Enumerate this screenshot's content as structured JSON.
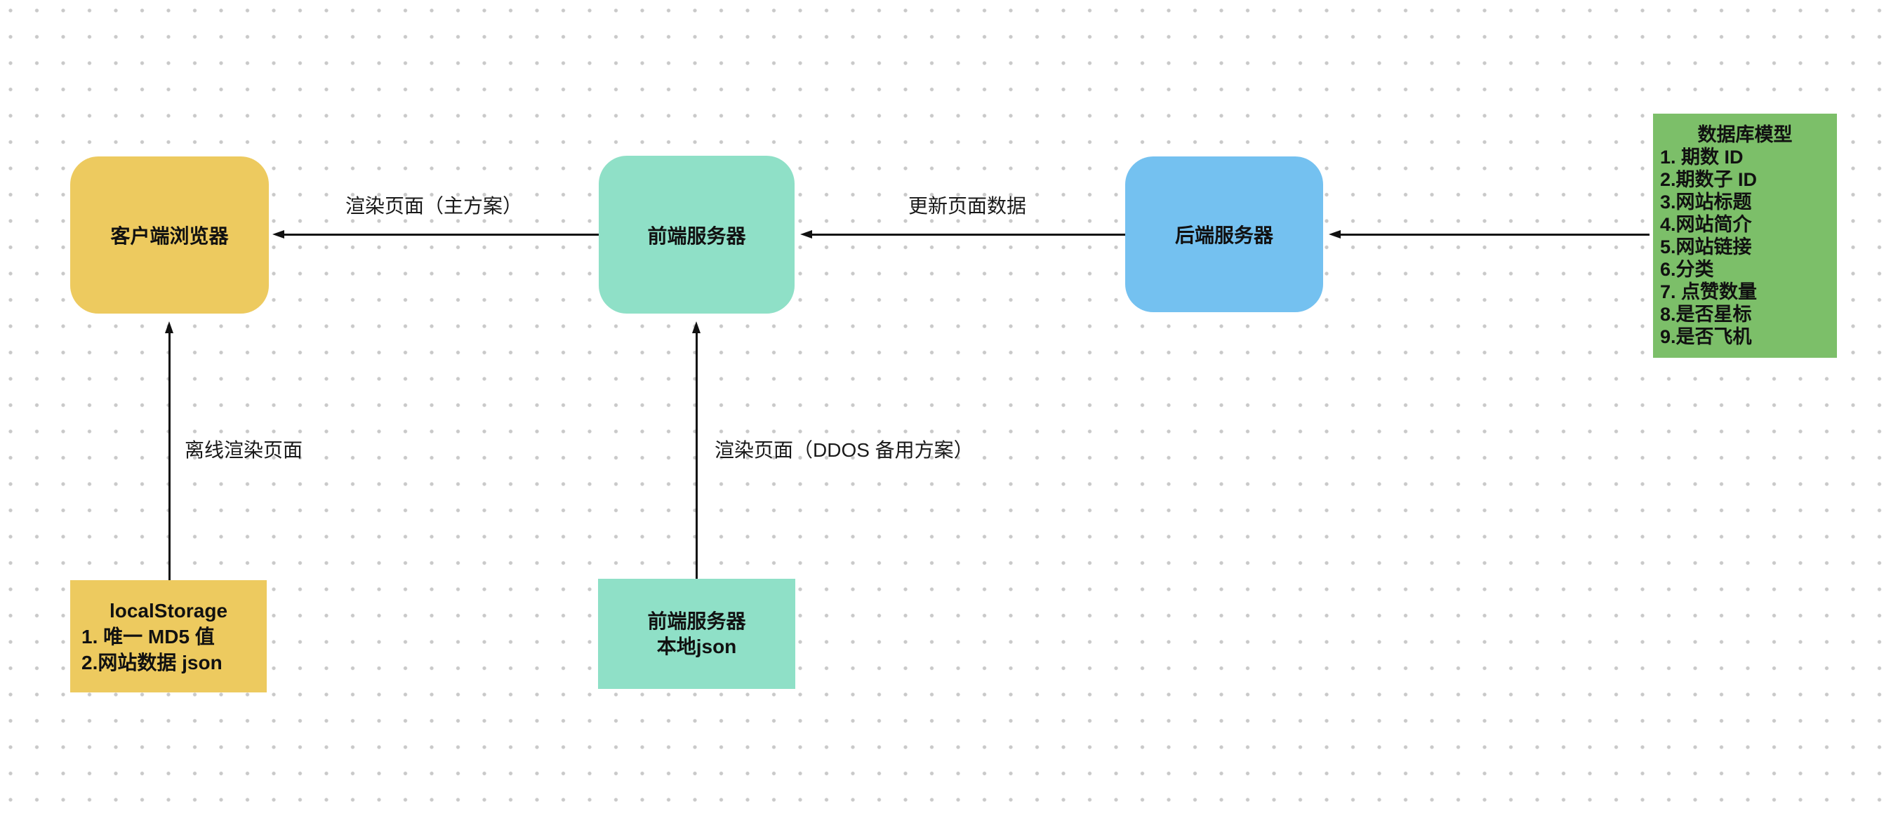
{
  "canvas": {
    "background": "#ffffff",
    "dot_color": "#c9c9c9",
    "stroke_color": "#111111"
  },
  "nodes": {
    "client_browser": {
      "label": "客户端浏览器",
      "color": "#EDCA5F"
    },
    "frontend_server": {
      "label": "前端服务器",
      "color": "#8FE0C7"
    },
    "backend_server": {
      "label": "后端服务器",
      "color": "#74C1F0"
    },
    "db_model": {
      "title": "数据库模型",
      "color": "#7CBF69",
      "items": [
        "1. 期数 ID",
        "2.期数子 ID",
        "3.网站标题",
        "4.网站简介",
        "5.网站链接",
        "6.分类",
        "7. 点赞数量",
        "8.是否星标",
        "9.是否飞机"
      ]
    },
    "local_storage": {
      "title": "localStorage",
      "color": "#EDCA5F",
      "items": [
        "1. 唯一 MD5 值",
        "2.网站数据 json"
      ]
    },
    "frontend_local_json": {
      "line1": "前端服务器",
      "line2": "本地json",
      "color": "#8FE0C7"
    }
  },
  "edge_labels": {
    "render_main": "渲染页面（主方案）",
    "update_data": "更新页面数据",
    "offline_render": "离线渲染页面",
    "render_ddos": "渲染页面（DDOS 备用方案）"
  }
}
